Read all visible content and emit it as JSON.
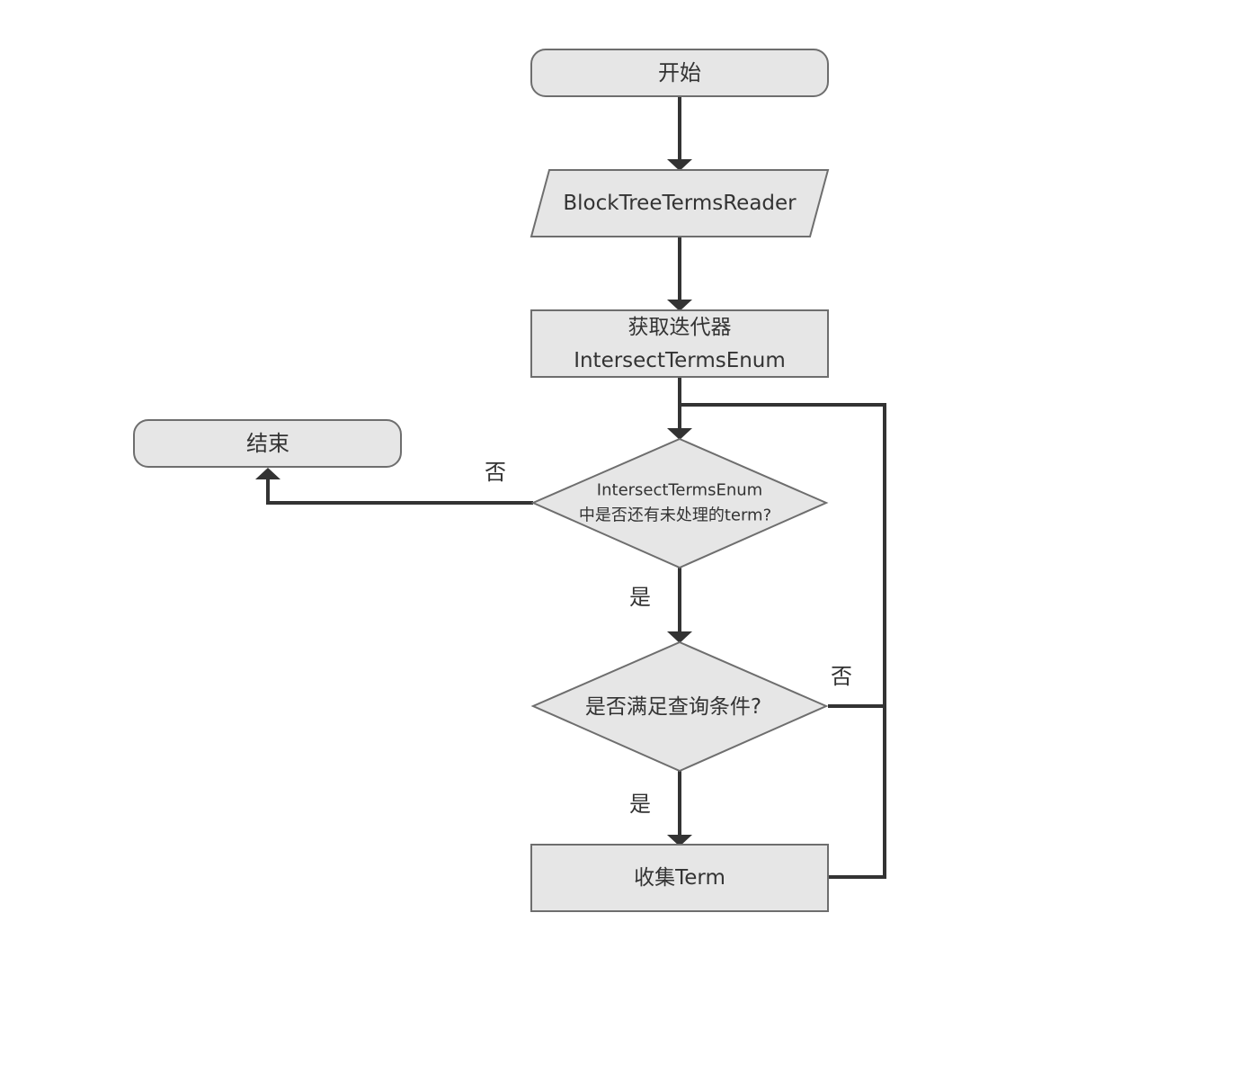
{
  "diagram": {
    "nodes": {
      "start": {
        "label": "开始"
      },
      "reader": {
        "label": "BlockTreeTermsReader"
      },
      "get_iter": {
        "line1": "获取迭代器",
        "line2": "IntersectTermsEnum"
      },
      "end": {
        "label": "结束"
      },
      "has_term": {
        "line1": "IntersectTermsEnum",
        "line2": "中是否还有未处理的term?"
      },
      "match": {
        "label": "是否满足查询条件?"
      },
      "collect": {
        "label": "收集Term"
      }
    },
    "edge_labels": {
      "has_term_no": "否",
      "has_term_yes": "是",
      "match_no": "否",
      "match_yes": "是"
    },
    "colors": {
      "node_fill": "#e6e6e6",
      "node_stroke": "#6e6e6e",
      "edge": "#333333",
      "text": "#333333"
    }
  }
}
